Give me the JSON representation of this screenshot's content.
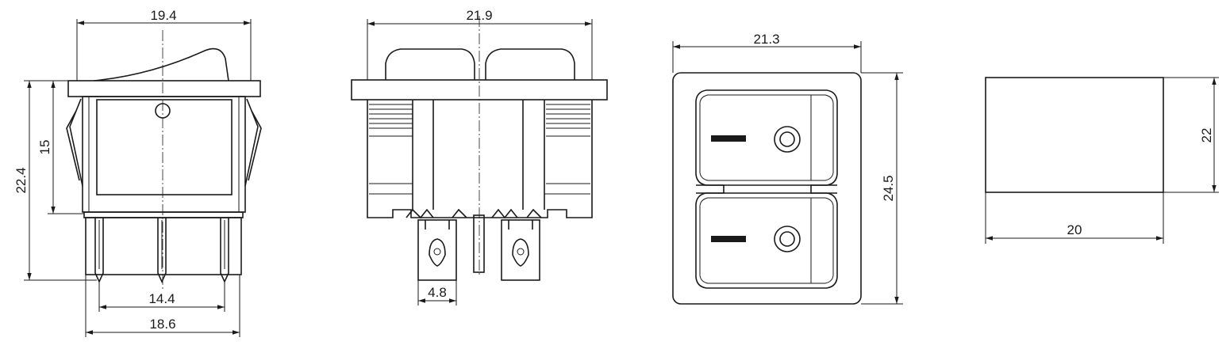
{
  "dimensions": {
    "side_top_width": "19.4",
    "side_total_height": "22.4",
    "side_body_height": "15",
    "side_pin_spacing": "14.4",
    "side_pin_span": "18.6",
    "front_width": "21.9",
    "front_tab_width": "4.8",
    "top_width": "21.3",
    "top_height": "24.5",
    "cutout_width": "20",
    "cutout_height": "22"
  }
}
